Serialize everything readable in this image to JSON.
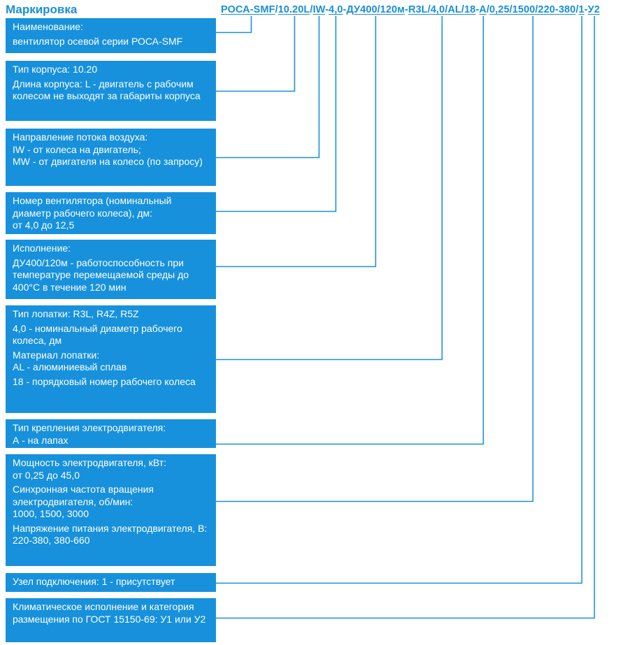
{
  "title": "Маркировка",
  "code_segments": [
    "РОСА-SMF",
    "10.20L",
    "IW",
    "4,0",
    "ДУ400/120м",
    "R3L/4,0/AL/18",
    "А",
    "0,25/1500/220-380",
    "1",
    "У2"
  ],
  "code_separators": [
    "/",
    "/",
    "-",
    "-",
    "-",
    "-",
    "/",
    "/",
    "-"
  ],
  "boxes": [
    {
      "lines": [
        "Наименование:",
        "вентилятор осевой серии РОСА-SMF"
      ]
    },
    {
      "lines": [
        "Тип корпуса: 10.20",
        "Длина корпуса: L - двигатель с рабочим колесом не выходят за габариты корпуса"
      ]
    },
    {
      "lines": [
        "Направление потока воздуха:",
        "IW - от колеса на двигатель;",
        "MW - от двигателя на колесо (по запросу)"
      ]
    },
    {
      "lines": [
        "Номер вентилятора (номинальный диаметр рабочего колеса), дм:",
        "от 4,0 до 12,5"
      ]
    },
    {
      "lines": [
        "Исполнение:",
        "ДУ400/120м - работоспособность при температуре перемещаемой среды до 400°С в течение 120 мин"
      ]
    },
    {
      "lines": [
        "Тип лопатки: R3L, R4Z, R5Z",
        "4,0 - номинальный диаметр рабочего колеса, дм",
        "Материал лопатки:",
        "AL - алюминиевый сплав",
        "18 - порядковый номер рабочего колеса"
      ]
    },
    {
      "lines": [
        "Тип крепления электродвигателя:",
        "А - на лапах"
      ]
    },
    {
      "lines": [
        "Мощность электродвигателя, кВт:",
        "от 0,25 до 45,0",
        "Синхронная частота вращения электродвигателя, об/мин:",
        "1000, 1500, 3000",
        "Напряжение питания электродвигателя, В:",
        "220-380, 380-660"
      ]
    },
    {
      "lines": [
        "Узел подключения: 1 - присутствует"
      ]
    },
    {
      "lines": [
        "Климатическое исполнение и категория размещения по ГОСТ 15150-69: У1 или У2"
      ]
    }
  ],
  "colors": {
    "accent": "#1a8fd8",
    "box": "#1791dc",
    "box_text": "#ffffff",
    "line": "#1a8fd8"
  }
}
